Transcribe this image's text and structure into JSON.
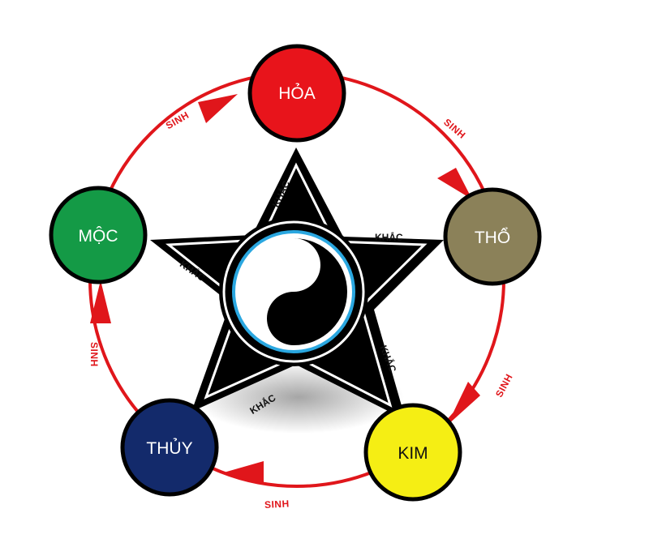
{
  "elements": {
    "hoa": {
      "label": "HỎA",
      "color": "#e8141b"
    },
    "tho": {
      "label": "THỔ",
      "color": "#8b8159"
    },
    "kim": {
      "label": "KIM",
      "color": "#f5ee14"
    },
    "thuy": {
      "label": "THỦY",
      "color": "#132a6b"
    },
    "moc": {
      "label": "MỘC",
      "color": "#149a46"
    }
  },
  "sinh_label": "SINH",
  "khac_label": "KHẮC",
  "colors": {
    "cycle": "#e0161b",
    "star": "#000000",
    "ring_accent": "#2aa7e0",
    "background": "#ffffff"
  }
}
